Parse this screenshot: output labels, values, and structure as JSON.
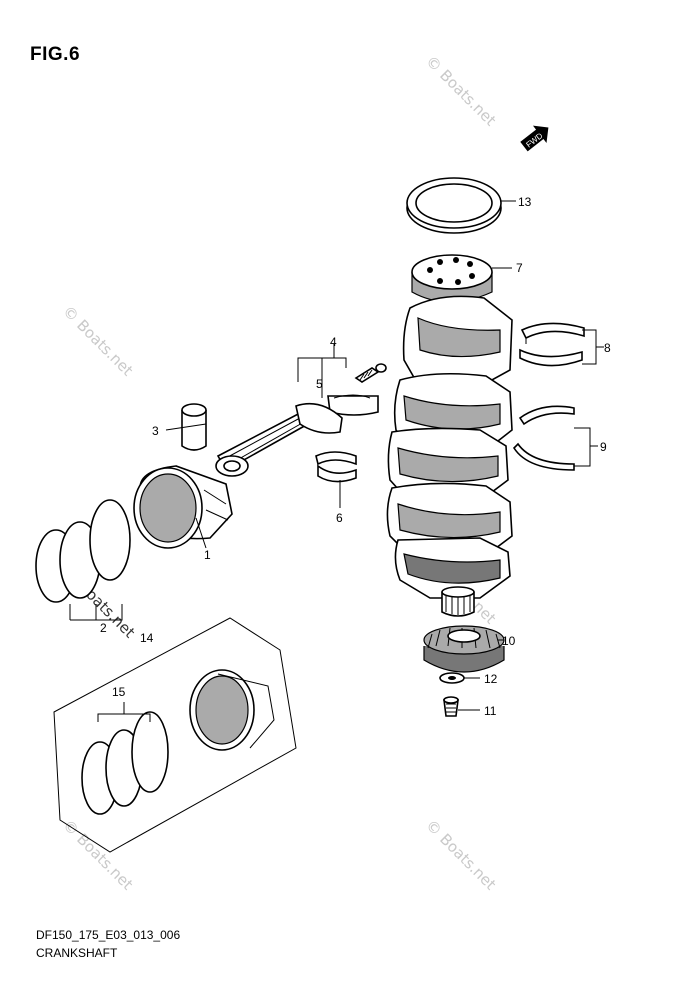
{
  "figure": {
    "title": "FIG.6"
  },
  "footer": {
    "code": "DF150_175_E03_013_006",
    "name": "CRANKSHAFT"
  },
  "watermark": {
    "text": "© Boats.net"
  },
  "direction_marker": {
    "label": "FWD"
  },
  "callouts": {
    "c1": "1",
    "c2": "2",
    "c3": "3",
    "c4": "4",
    "c5": "5",
    "c6": "6",
    "c7": "7",
    "c8": "8",
    "c9": "9",
    "c10": "10",
    "c11": "11",
    "c12": "12",
    "c13": "13",
    "c14": "14",
    "c15": "15"
  }
}
